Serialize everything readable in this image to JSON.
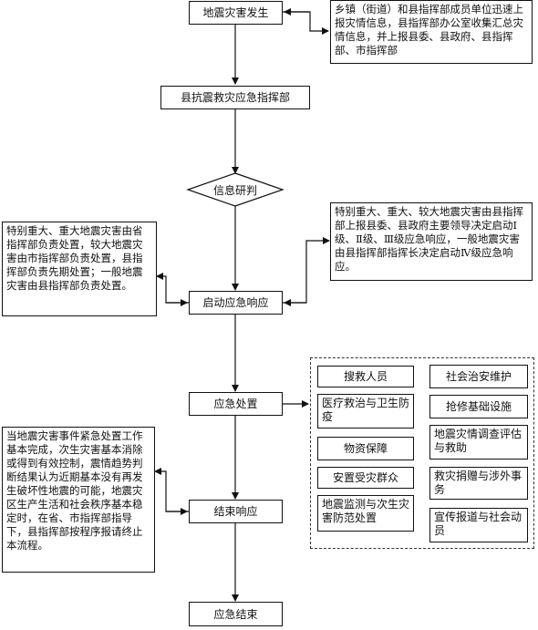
{
  "flow": {
    "step1": "地震灾害发生",
    "step2": "县抗震救灾应急指挥部",
    "decision": "信息研判",
    "step3": "启动应急响应",
    "step4": "应急处置",
    "step5": "结束响应",
    "step6": "应急结束"
  },
  "notes": {
    "report": "乡镇（街道）和县指挥部成员单位迅速上报灾情信息，县指挥部办公室收集汇总灾情信息，并上报县委、县政府、县指挥部、市指挥部",
    "activation": "特别重大、重大、较大地震灾害由县指挥部上报县委、县政府主要领导决定启动Ⅰ级、Ⅱ级、Ⅲ级应急响应，一般地震灾害由县指挥部指挥长决定启动Ⅳ级应急响应。",
    "responsibility": "特别重大、重大地震灾害由省指挥部负责处置，较大地震灾害由市指挥部负责处置，县指挥部负责先期处置；一般地震灾害由县指挥部负责处置。",
    "termination": "当地震灾害事件紧急处置工作基本完成，次生灾害基本消除或得到有效控制，震情趋势判断结果认为近期基本没有再发生破坏性地震的可能，地震灾区生产生活和社会秩序基本稳定时，在省、市指挥部指导下，县指挥部按程序报请终止本流程。"
  },
  "tasks": {
    "left": [
      "搜救人员",
      "医疗救治与卫生防疫",
      "物资保障",
      "安置受灾群众",
      "地震监测与次生灾害防范处置"
    ],
    "right": [
      "社会治安维护",
      "抢修基础设施",
      "地震灾情调查评估与救助",
      "救灾捐赠与涉外事务",
      "宣传报道与社会动员"
    ]
  }
}
